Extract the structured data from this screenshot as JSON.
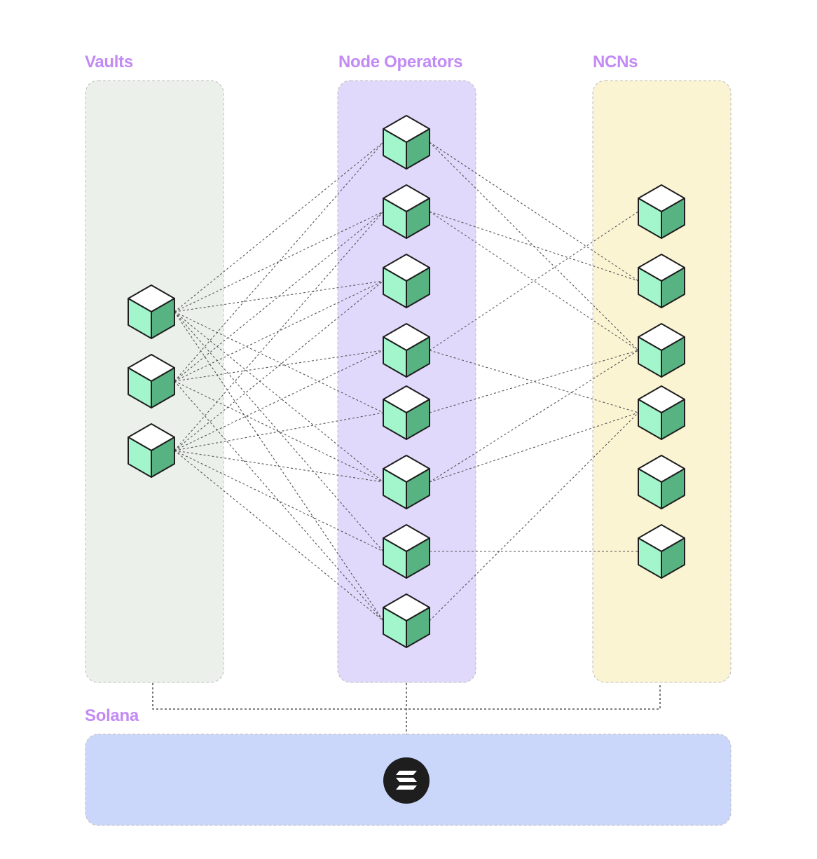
{
  "groups": {
    "vaults": {
      "label": "Vaults",
      "count": 3,
      "color": "#ebf1ea"
    },
    "operators": {
      "label": "Node Operators",
      "count": 8,
      "color": "#e0d9fb"
    },
    "ncns": {
      "label": "NCNs",
      "count": 6,
      "color": "#faf4d3"
    },
    "solana": {
      "label": "Solana",
      "color": "#cbd6fb",
      "icon": "solana-logo-icon"
    }
  },
  "cube_colors": {
    "top": "#ffffff",
    "left": "#a3f5cc",
    "right": "#57b381",
    "stroke": "#1e1e1e"
  },
  "edges": {
    "vault_to_operator": [
      [
        0,
        0
      ],
      [
        0,
        1
      ],
      [
        0,
        2
      ],
      [
        0,
        4
      ],
      [
        0,
        5
      ],
      [
        0,
        6
      ],
      [
        0,
        7
      ],
      [
        1,
        0
      ],
      [
        1,
        1
      ],
      [
        1,
        2
      ],
      [
        1,
        3
      ],
      [
        1,
        5
      ],
      [
        1,
        7
      ],
      [
        2,
        1
      ],
      [
        2,
        2
      ],
      [
        2,
        3
      ],
      [
        2,
        4
      ],
      [
        2,
        5
      ],
      [
        2,
        6
      ],
      [
        2,
        7
      ]
    ],
    "operator_to_ncn": [
      [
        0,
        1
      ],
      [
        0,
        2
      ],
      [
        1,
        1
      ],
      [
        1,
        2
      ],
      [
        3,
        0
      ],
      [
        3,
        3
      ],
      [
        4,
        2
      ],
      [
        5,
        2
      ],
      [
        5,
        3
      ],
      [
        6,
        5
      ],
      [
        7,
        3
      ]
    ]
  }
}
